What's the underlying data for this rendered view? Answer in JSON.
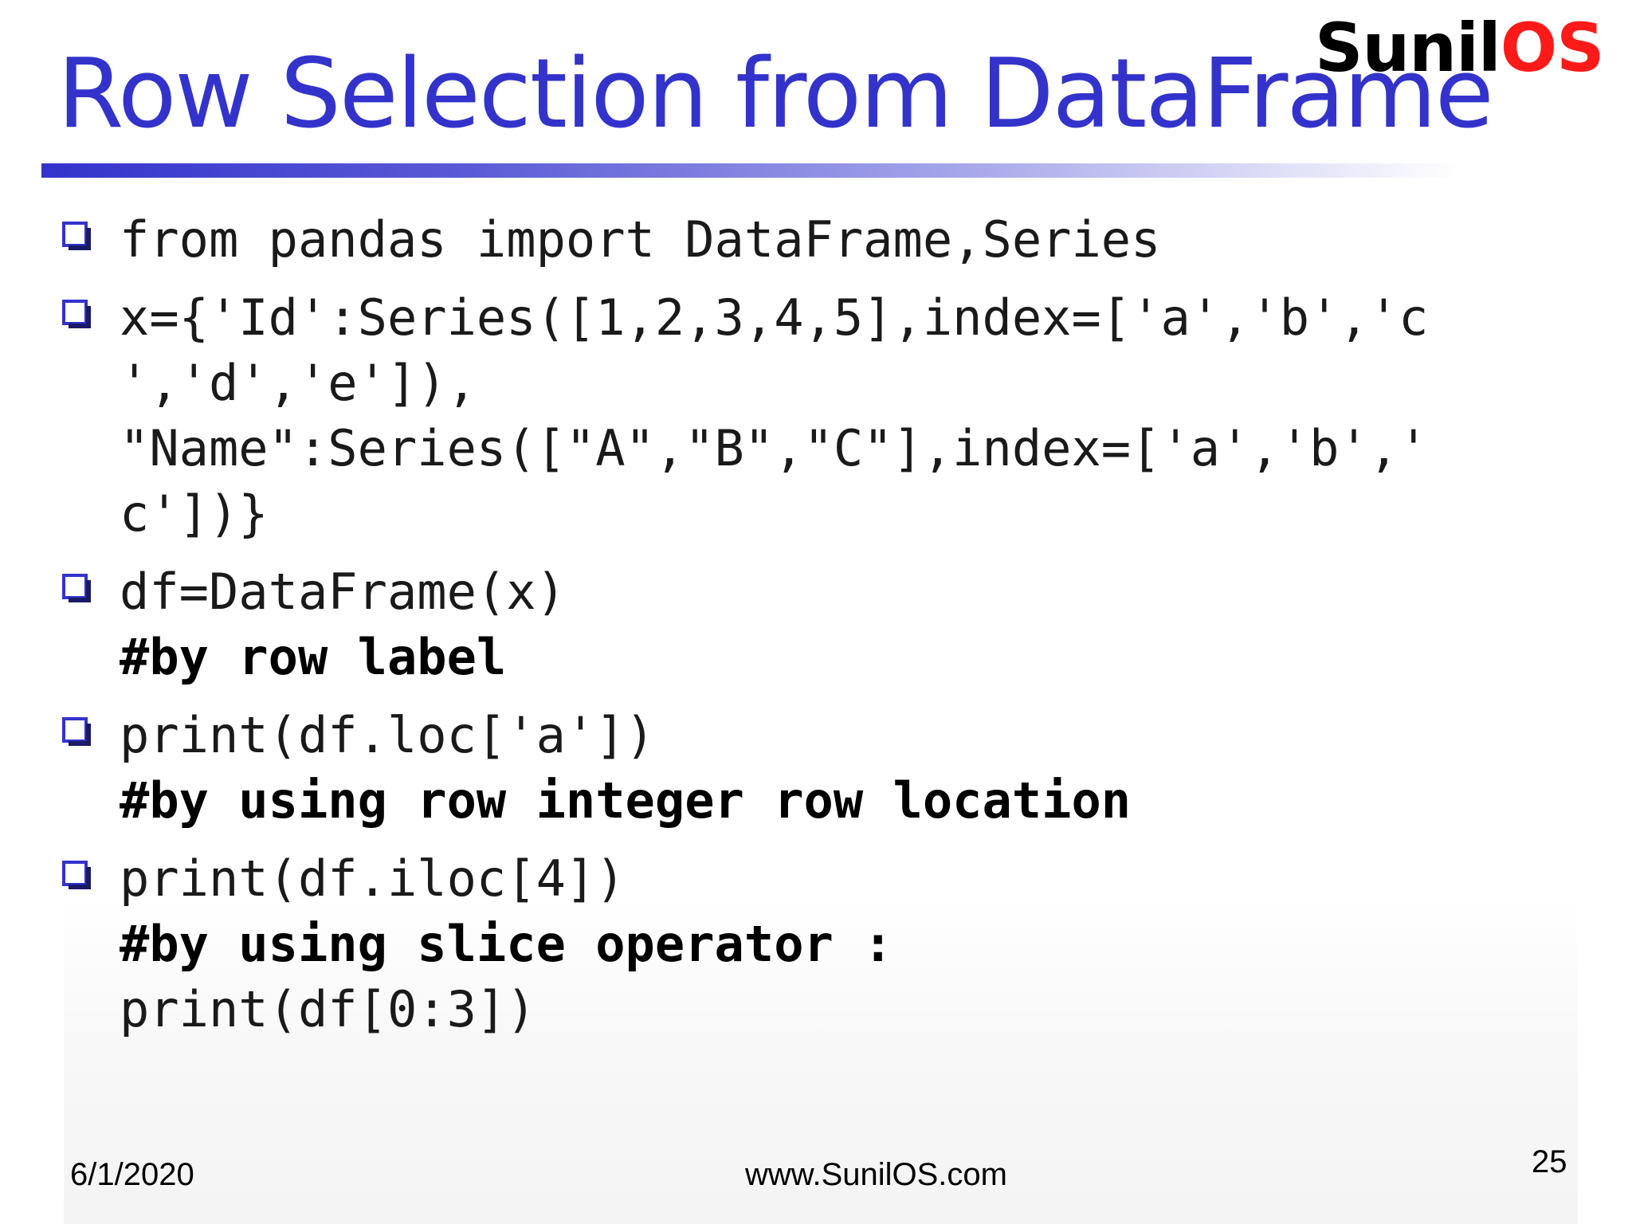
{
  "slide": {
    "title": "Row Selection from DataFrame",
    "logo": {
      "part_dark": "Sunil",
      "part_red": "OS"
    },
    "bullet_icon": "checkbox-square-icon",
    "colors": {
      "title": "#3333cc",
      "logo_red": "#ff1a1a",
      "bullet_icon": "#3333cc"
    },
    "bullets": [
      {
        "lines": [
          "from pandas import DataFrame,Series"
        ]
      },
      {
        "lines": [
          "x={'Id':Series([1,2,3,4,5],index=['a','b','c",
          "','d','e']),",
          "\"Name\":Series([\"A\",\"B\",\"C\"],index=['a','b','",
          "c'])}"
        ]
      },
      {
        "lines": [
          "df=DataFrame(x)"
        ],
        "comment": "#by row label"
      },
      {
        "lines": [
          "print(df.loc['a'])"
        ],
        "comment": "#by using row integer row location"
      },
      {
        "lines": [
          "print(df.iloc[4])"
        ],
        "comment": "#by using slice operator :",
        "after": "print(df[0:3])"
      }
    ]
  },
  "footer": {
    "date": "6/1/2020",
    "url": "www.SunilOS.com",
    "page_number": "25"
  }
}
